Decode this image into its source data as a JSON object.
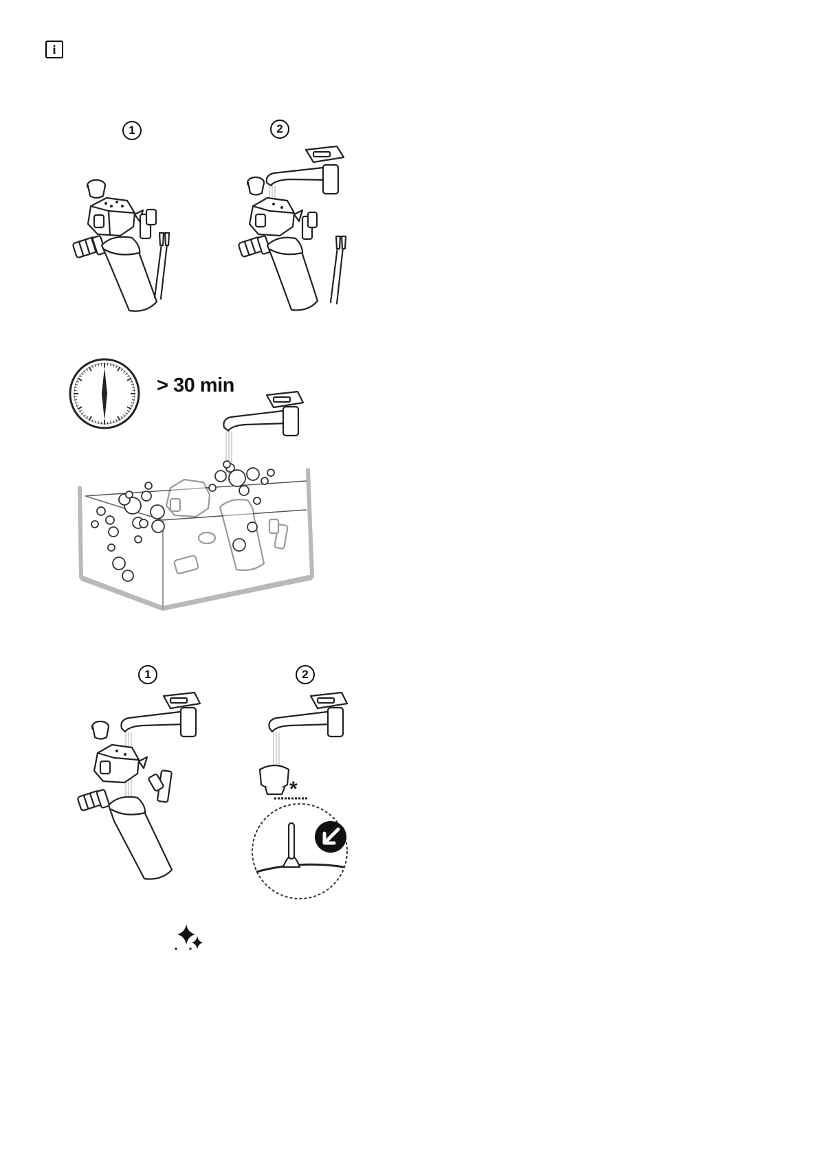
{
  "info_icon": {
    "glyph": "i",
    "icon": "info-icon"
  },
  "section1": {
    "step1": "1",
    "step2": "2"
  },
  "section2": {
    "duration_text": "> 30 min",
    "icon": "stopwatch-icon"
  },
  "section3": {
    "step1": "1",
    "step2": "2",
    "detail_marker": "*",
    "arrow_icon": "arrow-down-left-icon"
  },
  "section4": {
    "icon": "sparkle-icon"
  }
}
